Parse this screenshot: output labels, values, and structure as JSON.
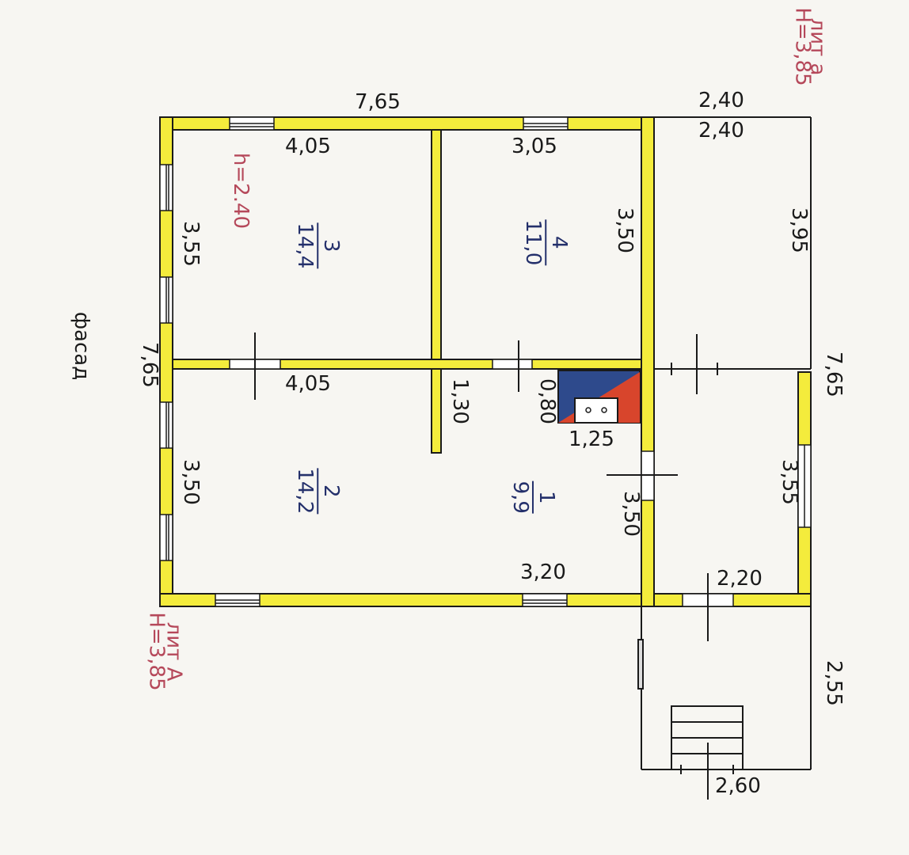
{
  "title_labels": {
    "facade": "фасад",
    "lit_A_name": "лит А",
    "lit_A_height": "Н=3,85",
    "lit_a_name": "лит а",
    "lit_a_height": "Н=3,85",
    "room_height": "h=2.40"
  },
  "rooms": [
    {
      "number": "1",
      "area": "9,9"
    },
    {
      "number": "2",
      "area": "14,2"
    },
    {
      "number": "3",
      "area": "14,4"
    },
    {
      "number": "4",
      "area": "11,0"
    }
  ],
  "dimensions": {
    "top_overall": "7,65",
    "left_overall": "7,65",
    "right_annex_overall": "7,65",
    "room3_top": "4,05",
    "room4_top": "3,05",
    "room3_left": "3,55",
    "room2_left": "3,50",
    "room2_top": "4,05",
    "partition": "1,30",
    "stove_w": "0,80",
    "stove_l": "1,25",
    "room4_right": "3,50",
    "room1_right": "3,50",
    "room1_bottom": "3,20",
    "annex_top_outer": "2,40",
    "annex_top_inner": "2,40",
    "annex_side": "3,95",
    "annex2_side": "3,55",
    "annex2_bottom": "2,20",
    "porch_side": "2,55",
    "porch_bottom": "2,60"
  },
  "colors": {
    "wall": "#f4ec3c",
    "stove_blue": "#2e4a8c",
    "stove_red": "#d8452c",
    "text_red": "#b5485a",
    "text_blue": "#24306b"
  }
}
